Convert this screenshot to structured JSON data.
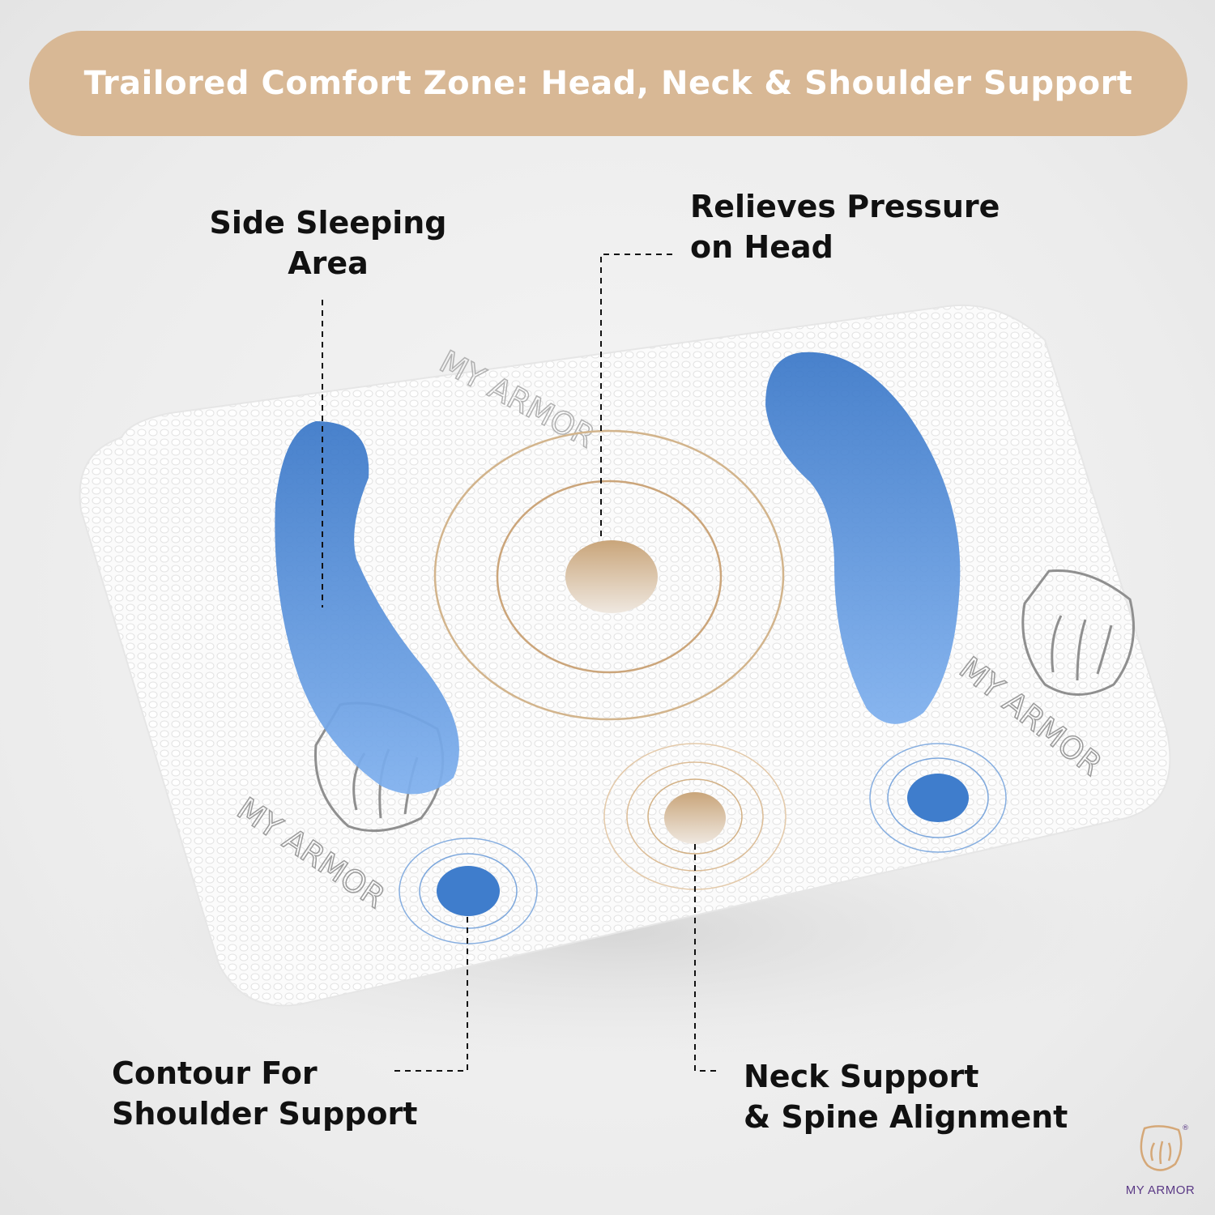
{
  "banner": {
    "title": "Trailored Comfort Zone: Head, Neck & Shoulder Support"
  },
  "labels": {
    "side_sleeping": [
      "Side Sleeping",
      "Area"
    ],
    "relieves_pressure": [
      "Relieves Pressure",
      "on Head"
    ],
    "contour_shoulder": [
      "Contour For",
      "Shoulder Support"
    ],
    "neck_support": [
      "Neck Support",
      "& Spine Alignment"
    ]
  },
  "pillow_watermark": "MY ARMOR",
  "brand": {
    "name": "MY ARMOR",
    "color": "#5b3a86"
  },
  "colors": {
    "banner": "#d8b895",
    "zone_blue": "#3f7dcc",
    "zone_tan": "#c9a57a",
    "pillow": "#fbfbfb"
  },
  "icons": [
    "my-armor-logo-icon"
  ]
}
